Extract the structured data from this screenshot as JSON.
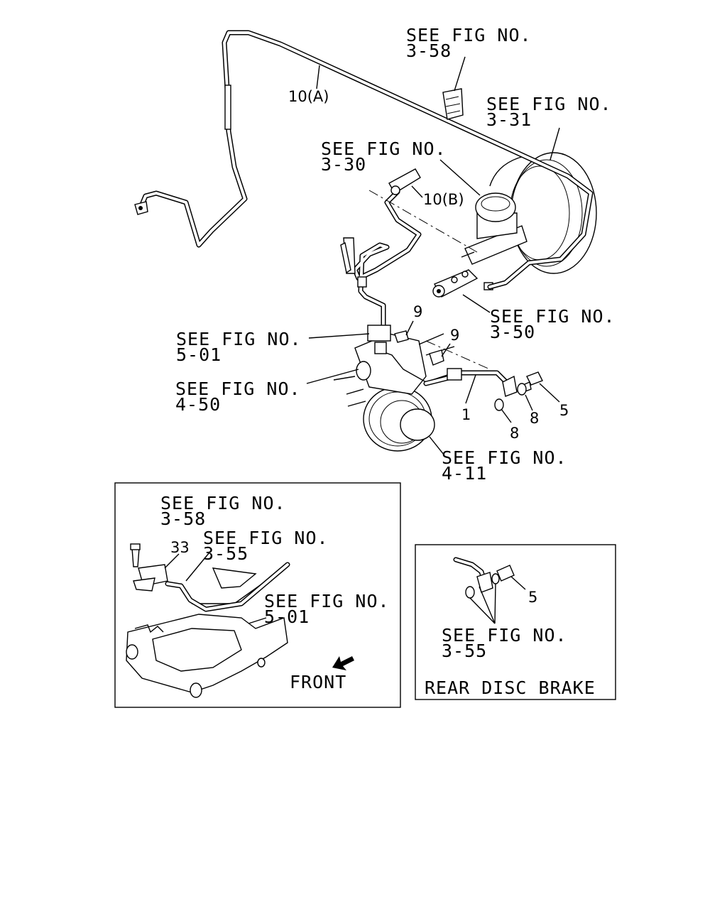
{
  "main": {
    "refs": {
      "fig_3_58": [
        "SEE FIG NO.",
        "3-58"
      ],
      "fig_3_31": [
        "SEE FIG NO.",
        "3-31"
      ],
      "fig_3_30": [
        "SEE FIG NO.",
        "3-30"
      ],
      "fig_3_50": [
        "SEE FIG NO.",
        "3-50"
      ],
      "fig_5_01": [
        "SEE FIG NO.",
        "5-01"
      ],
      "fig_4_50": [
        "SEE FIG NO.",
        "4-50"
      ],
      "fig_4_11": [
        "SEE FIG NO.",
        "4-11"
      ]
    },
    "callouts": {
      "pipe_a": "10(A)",
      "pipe_b": "10(B)",
      "clip_upper": "9",
      "clip_lower": "9",
      "hose": "1",
      "bolt": "5",
      "washer_upper": "8",
      "washer_lower": "8"
    }
  },
  "inset_left": {
    "refs": {
      "fig_3_58": [
        "SEE FIG NO.",
        "3-58"
      ],
      "fig_3_55": [
        "SEE FIG NO.",
        "3-55"
      ],
      "fig_5_01": [
        "SEE FIG NO.",
        "5-01"
      ]
    },
    "callouts": {
      "sensor": "33"
    },
    "front_label": "FRONT"
  },
  "inset_right": {
    "refs": {
      "fig_3_55": [
        "SEE FIG NO.",
        "3-55"
      ]
    },
    "callouts": {
      "bolt": "5"
    },
    "caption": "REAR DISC BRAKE"
  }
}
